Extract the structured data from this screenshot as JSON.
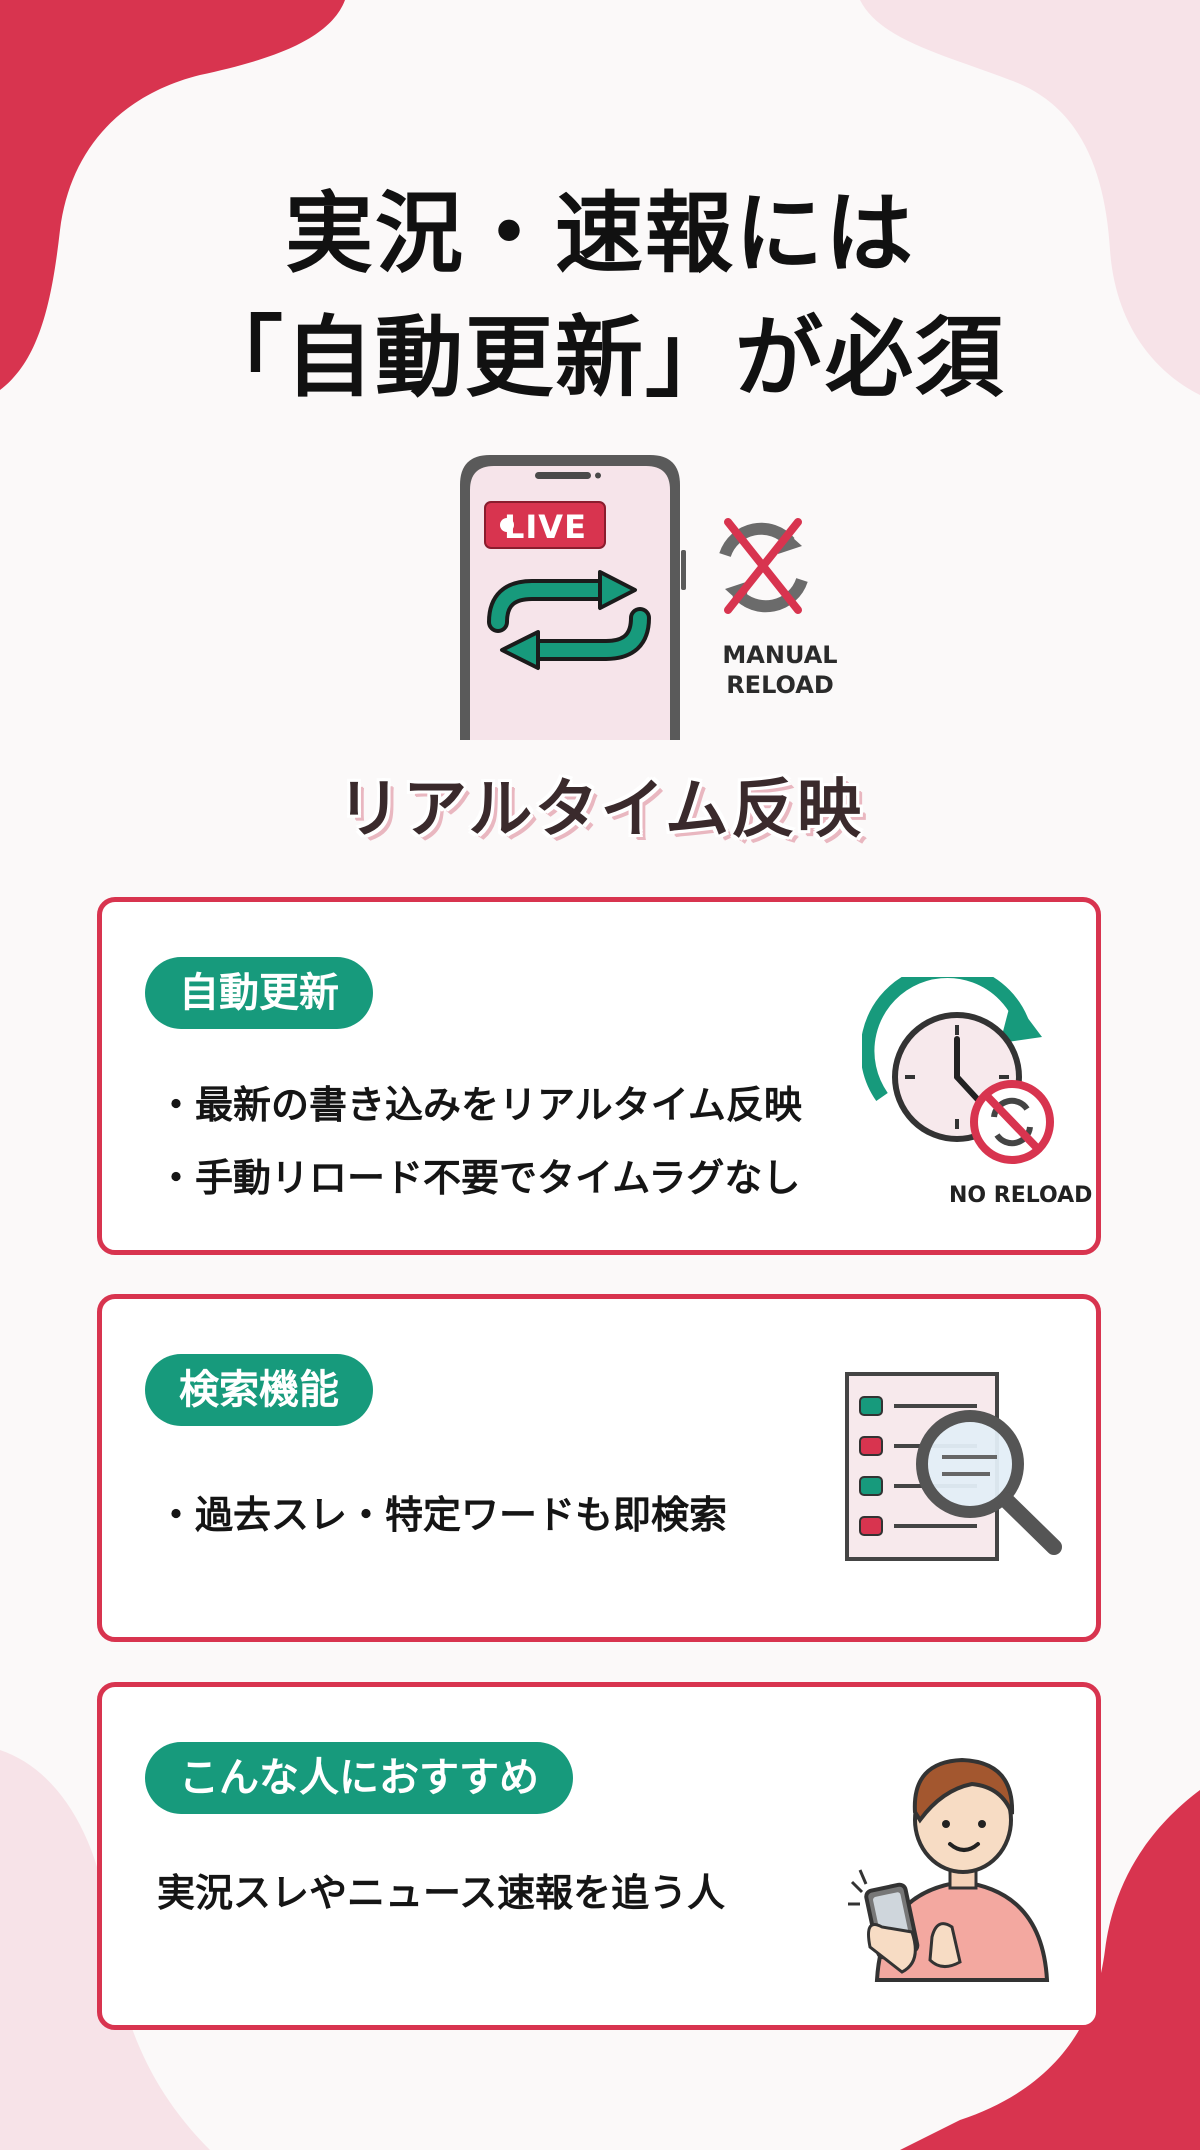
{
  "title": {
    "line1": "実況・速報には",
    "line2": "「自動更新」が必須"
  },
  "hero": {
    "live_badge": "LIVE",
    "manual_label": {
      "line1": "MANUAL",
      "line2": "RELOAD"
    },
    "caption": "リアルタイム反映"
  },
  "cards": [
    {
      "pill": "自動更新",
      "bullets": [
        "・最新の書き込みをリアルタイム反映",
        "・手動リロード不要でタイムラグなし"
      ],
      "icon_label": "NO RELOAD",
      "icon": "clock-refresh-icon"
    },
    {
      "pill": "検索機能",
      "bullets": [
        "・過去スレ・特定ワードも即検索"
      ],
      "icon": "search-list-icon"
    },
    {
      "pill": "こんな人におすすめ",
      "text": "実況スレやニュース速報を追う人",
      "icon": "person-phone-icon"
    }
  ],
  "colors": {
    "accent": "#d8344f",
    "green": "#179a7c",
    "pink_light": "#f7e3e8",
    "background": "#fbf9f9"
  }
}
